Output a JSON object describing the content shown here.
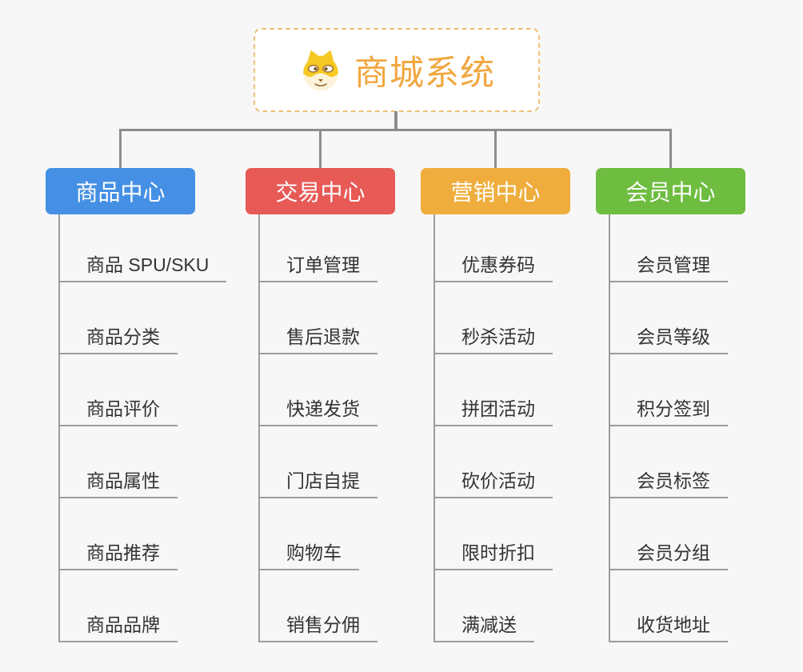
{
  "root": {
    "title": "商城系统",
    "icon": "dog-face-icon",
    "title_color": "#f1a73f",
    "border_color": "#ecc27a"
  },
  "connector_color": "#8d8d8d",
  "item_line_color": "#9c9c9c",
  "background_color": "#f7f7f7",
  "branches": [
    {
      "label": "商品中心",
      "color": "#4590e4",
      "items": [
        "商品 SPU/SKU",
        "商品分类",
        "商品评价",
        "商品属性",
        "商品推荐",
        "商品品牌"
      ]
    },
    {
      "label": "交易中心",
      "color": "#e75a56",
      "items": [
        "订单管理",
        "售后退款",
        "快递发货",
        "门店自提",
        "购物车",
        "销售分佣"
      ]
    },
    {
      "label": "营销中心",
      "color": "#eead3d",
      "items": [
        "优惠券码",
        "秒杀活动",
        "拼团活动",
        "砍价活动",
        "限时折扣",
        "满减送"
      ]
    },
    {
      "label": "会员中心",
      "color": "#6ebd40",
      "items": [
        "会员管理",
        "会员等级",
        "积分签到",
        "会员标签",
        "会员分组",
        "收货地址"
      ]
    }
  ]
}
